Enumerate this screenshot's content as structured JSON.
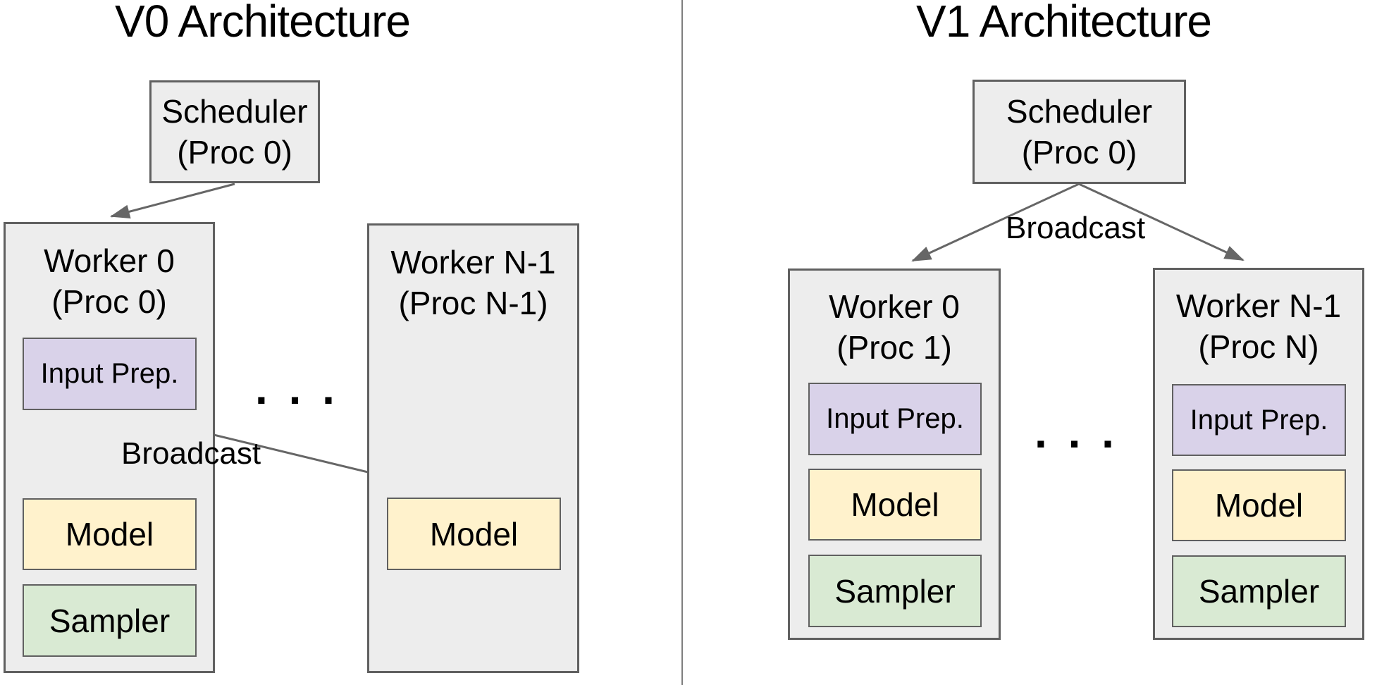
{
  "colors": {
    "box_gray": "#ededed",
    "input_prep_purple": "#d9d2e9",
    "model_yellow": "#fff2cc",
    "sampler_green": "#d9ead3",
    "border_gray": "#606060",
    "arrow_gray": "#666666",
    "divider_gray": "#7f7f7f",
    "text": "#000000"
  },
  "v0": {
    "title": "V0 Architecture",
    "scheduler_line1": "Scheduler",
    "scheduler_line2": "(Proc 0)",
    "broadcast_label": "Broadcast",
    "dots": ". . .",
    "worker0_line1": "Worker 0",
    "worker0_line2": "(Proc 0)",
    "worker0_input_prep": "Input Prep.",
    "worker0_model": "Model",
    "worker0_sampler": "Sampler",
    "workerN_line1": "Worker N-1",
    "workerN_line2": "(Proc N-1)",
    "workerN_model": "Model"
  },
  "v1": {
    "title": "V1 Architecture",
    "scheduler_line1": "Scheduler",
    "scheduler_line2": "(Proc 0)",
    "broadcast_label": "Broadcast",
    "dots": ". . .",
    "worker0_line1": "Worker 0",
    "worker0_line2": "(Proc 1)",
    "worker0_input_prep": "Input Prep.",
    "worker0_model": "Model",
    "worker0_sampler": "Sampler",
    "workerN_line1": "Worker N-1",
    "workerN_line2": "(Proc N)",
    "workerN_input_prep": "Input Prep.",
    "workerN_model": "Model",
    "workerN_sampler": "Sampler"
  }
}
